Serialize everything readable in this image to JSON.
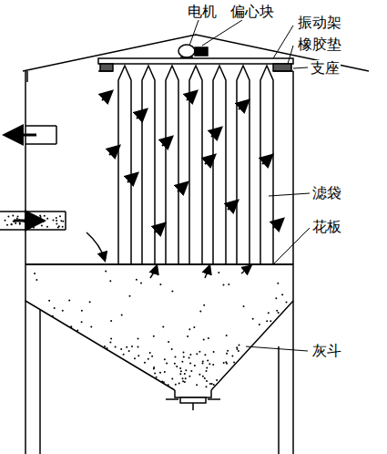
{
  "diagram": {
    "labels": [
      "电机",
      "偏心块",
      "振动架",
      "橡胶垫",
      "支座",
      "滤袋",
      "花板",
      "灰斗"
    ]
  }
}
